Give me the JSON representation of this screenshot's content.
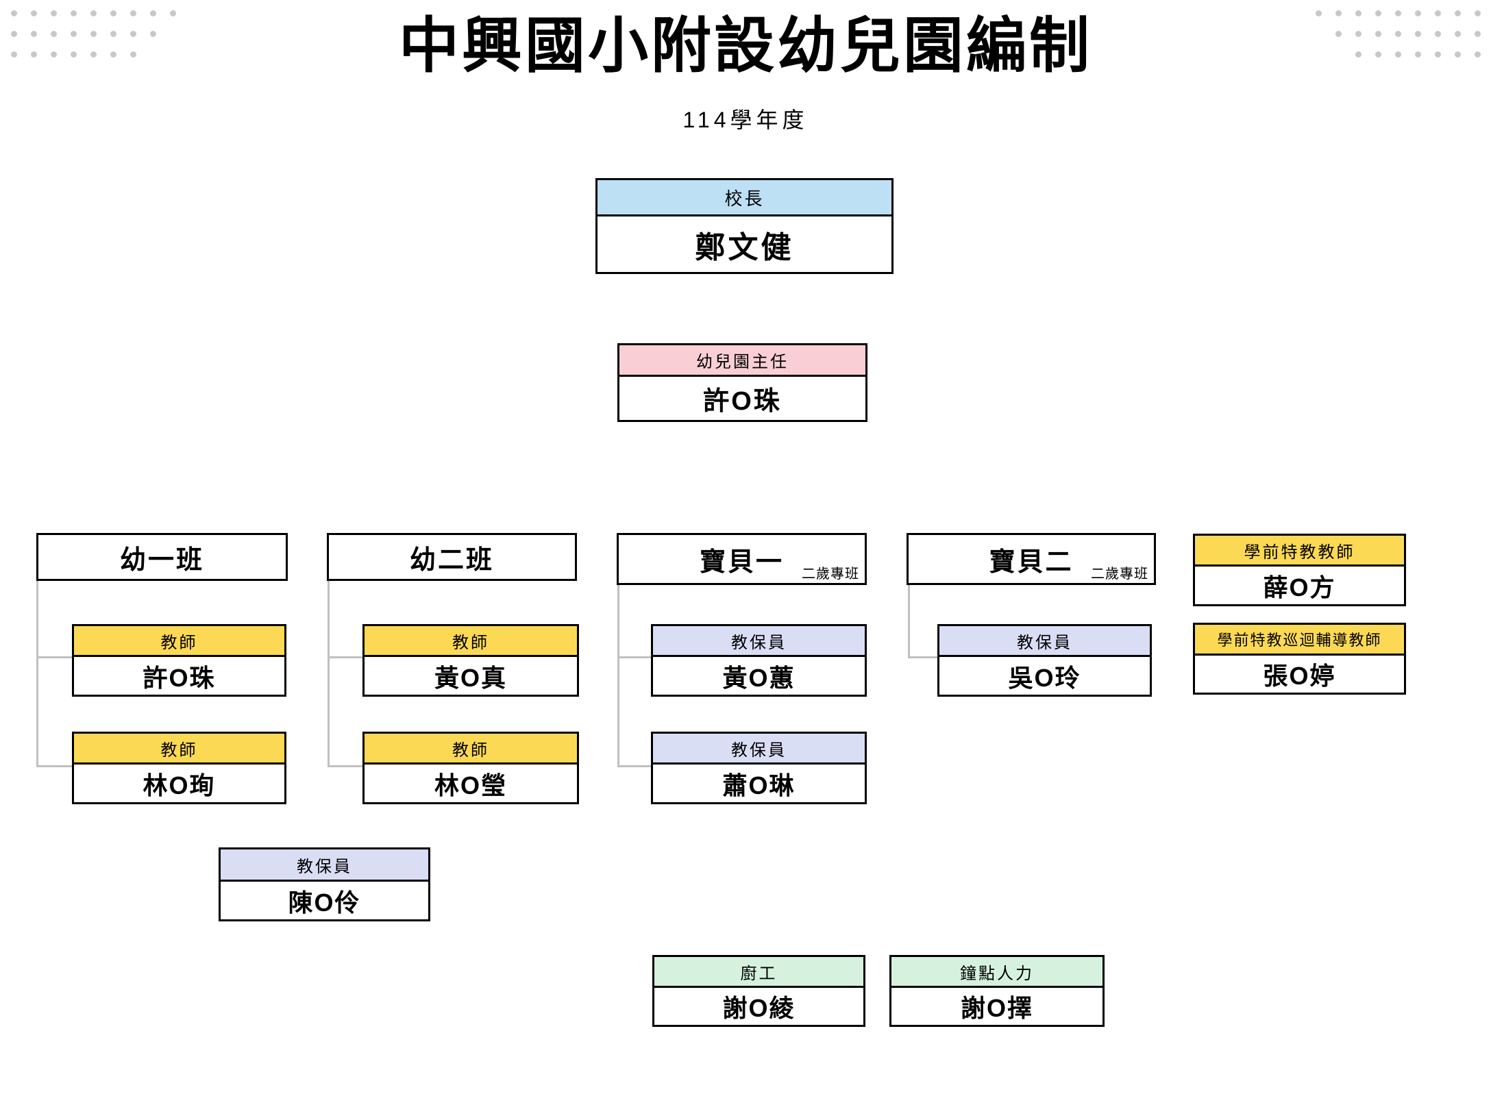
{
  "page": {
    "title": "中興國小附設幼兒園編制",
    "subtitle": "114學年度"
  },
  "colors": {
    "principal_header": "#BEE0F5",
    "director_header": "#F9CFD5",
    "teacher_header": "#FCD955",
    "caregiver_header": "#DADEF5",
    "support_header": "#D6F2DE",
    "connector_line": "#C0C0C0",
    "corner_dots": "#C8C8C8",
    "box_border": "#000000"
  },
  "org": {
    "principal": {
      "role": "校長",
      "name": "鄭文健"
    },
    "director": {
      "role": "幼兒園主任",
      "name": "許O珠"
    },
    "classes": [
      {
        "label": "幼一班",
        "tag": "",
        "staff": [
          {
            "role": "教師",
            "name": "許O珠"
          },
          {
            "role": "教師",
            "name": "林O珣"
          }
        ]
      },
      {
        "label": "幼二班",
        "tag": "",
        "staff": [
          {
            "role": "教師",
            "name": "黃O真"
          },
          {
            "role": "教師",
            "name": "林O瑩"
          }
        ]
      },
      {
        "label": "寶貝一",
        "tag": "二歲專班",
        "staff": [
          {
            "role": "教保員",
            "name": "黃O蕙"
          },
          {
            "role": "教保員",
            "name": "蕭O琳"
          }
        ]
      },
      {
        "label": "寶貝二",
        "tag": "二歲專班",
        "staff": [
          {
            "role": "教保員",
            "name": "吳O玲"
          }
        ]
      }
    ],
    "special_education": [
      {
        "role": "學前特教教師",
        "name": "薛O方"
      },
      {
        "role": "學前特教巡迴輔導教師",
        "name": "張O婷"
      }
    ],
    "unassigned": [
      {
        "role": "教保員",
        "name": "陳O伶"
      }
    ],
    "support": [
      {
        "role": "廚工",
        "name": "謝O綾"
      },
      {
        "role": "鐘點人力",
        "name": "謝O擇"
      }
    ]
  },
  "decor": {
    "dot_rows": [
      9,
      8,
      7
    ]
  }
}
